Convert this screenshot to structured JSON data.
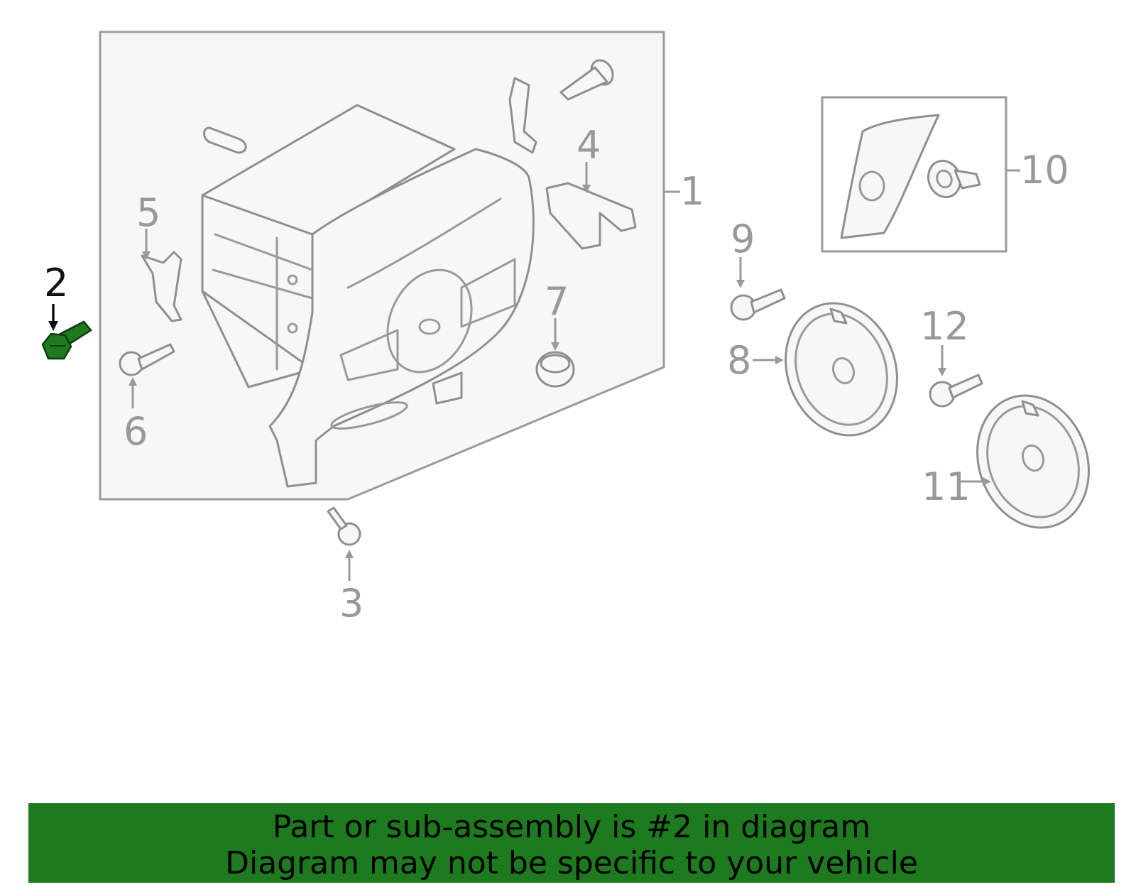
{
  "diagram": {
    "callouts": [
      {
        "number": "1",
        "highlighted": false
      },
      {
        "number": "2",
        "highlighted": true
      },
      {
        "number": "3",
        "highlighted": false
      },
      {
        "number": "4",
        "highlighted": false
      },
      {
        "number": "5",
        "highlighted": false
      },
      {
        "number": "6",
        "highlighted": false
      },
      {
        "number": "7",
        "highlighted": false
      },
      {
        "number": "8",
        "highlighted": false
      },
      {
        "number": "9",
        "highlighted": false
      },
      {
        "number": "10",
        "highlighted": false
      },
      {
        "number": "11",
        "highlighted": false
      },
      {
        "number": "12",
        "highlighted": false
      }
    ],
    "highlight_color": "#1e7a1e",
    "line_color": "#999999"
  },
  "banner": {
    "line1": "Part or sub-assembly is #2 in diagram",
    "line2": "Diagram may not be specific to your vehicle",
    "background": "#1e7a1e"
  }
}
